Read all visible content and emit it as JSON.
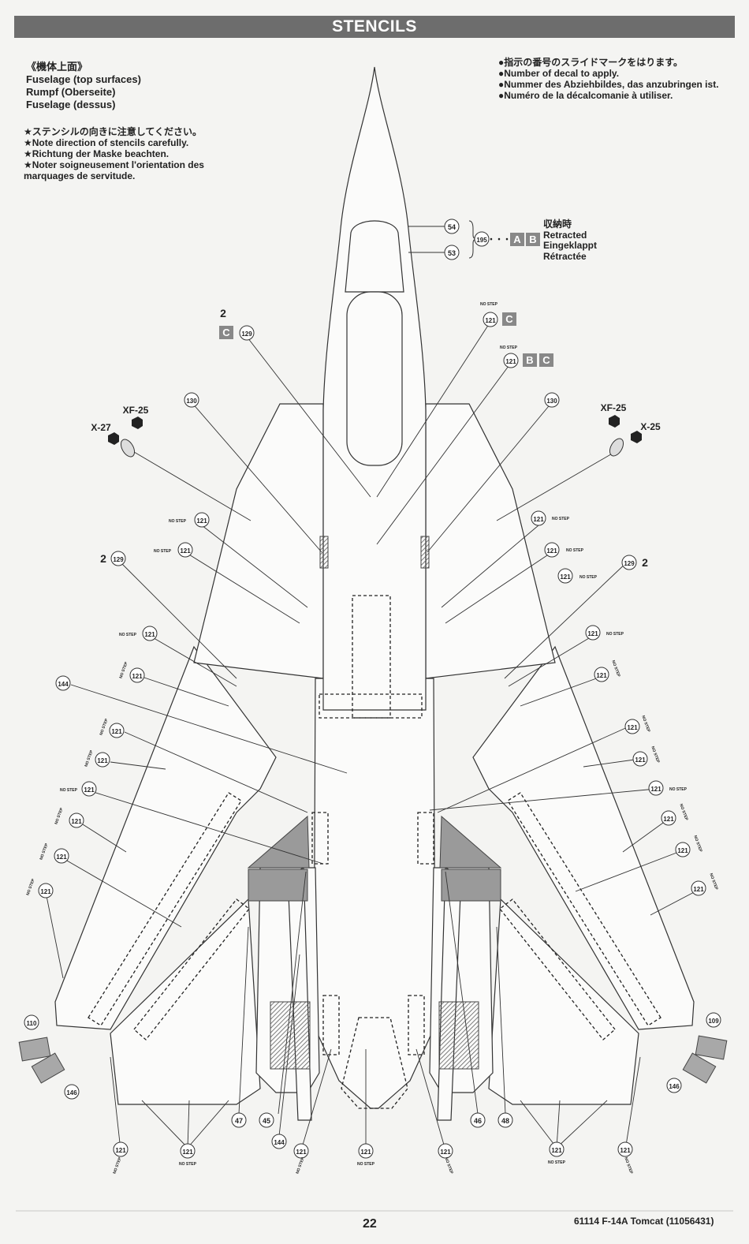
{
  "header": {
    "title": "STENCILS"
  },
  "section": {
    "jp": "《機体上面》",
    "lines": [
      "Fuselage (top surfaces)",
      "Rumpf (Oberseite)",
      "Fuselage (dessus)"
    ]
  },
  "note": {
    "lines": [
      "★ステンシルの向きに注意してください。",
      "★Note direction of stencils carefully.",
      "★Richtung der Maske beachten.",
      "★Noter soigneusement l'orientation des",
      "marquages de servitude."
    ]
  },
  "legend": {
    "lines": [
      "●指示の番号のスライドマークをはります。",
      "●Number of decal to apply.",
      "●Nummer des Abziehbildes, das anzubringen ist.",
      "●Numéro de la décalcomanie à utiliser."
    ]
  },
  "retracted": {
    "decals": [
      "54",
      "53"
    ],
    "target": "195",
    "dots": "・・・",
    "boxes": [
      "A",
      "B"
    ],
    "lines": [
      "収納時",
      "Retracted",
      "Eingeklappt",
      "Rétractée"
    ]
  },
  "markers": {
    "no_step": "NO STEP",
    "paint_xf25": "XF-25",
    "paint_x27": "X-27",
    "paint_x25": "X-25",
    "two": "2",
    "num_121": "121",
    "num_129": "129",
    "num_130": "130",
    "num_144": "144",
    "num_110": "110",
    "num_109": "109",
    "num_146": "146",
    "num_47": "47",
    "num_45": "45",
    "num_46": "46",
    "num_48": "48",
    "box_C": "C",
    "box_B": "B"
  },
  "footer": {
    "page": "22",
    "code": "61114 F-14A Tomcat (11056431)"
  }
}
